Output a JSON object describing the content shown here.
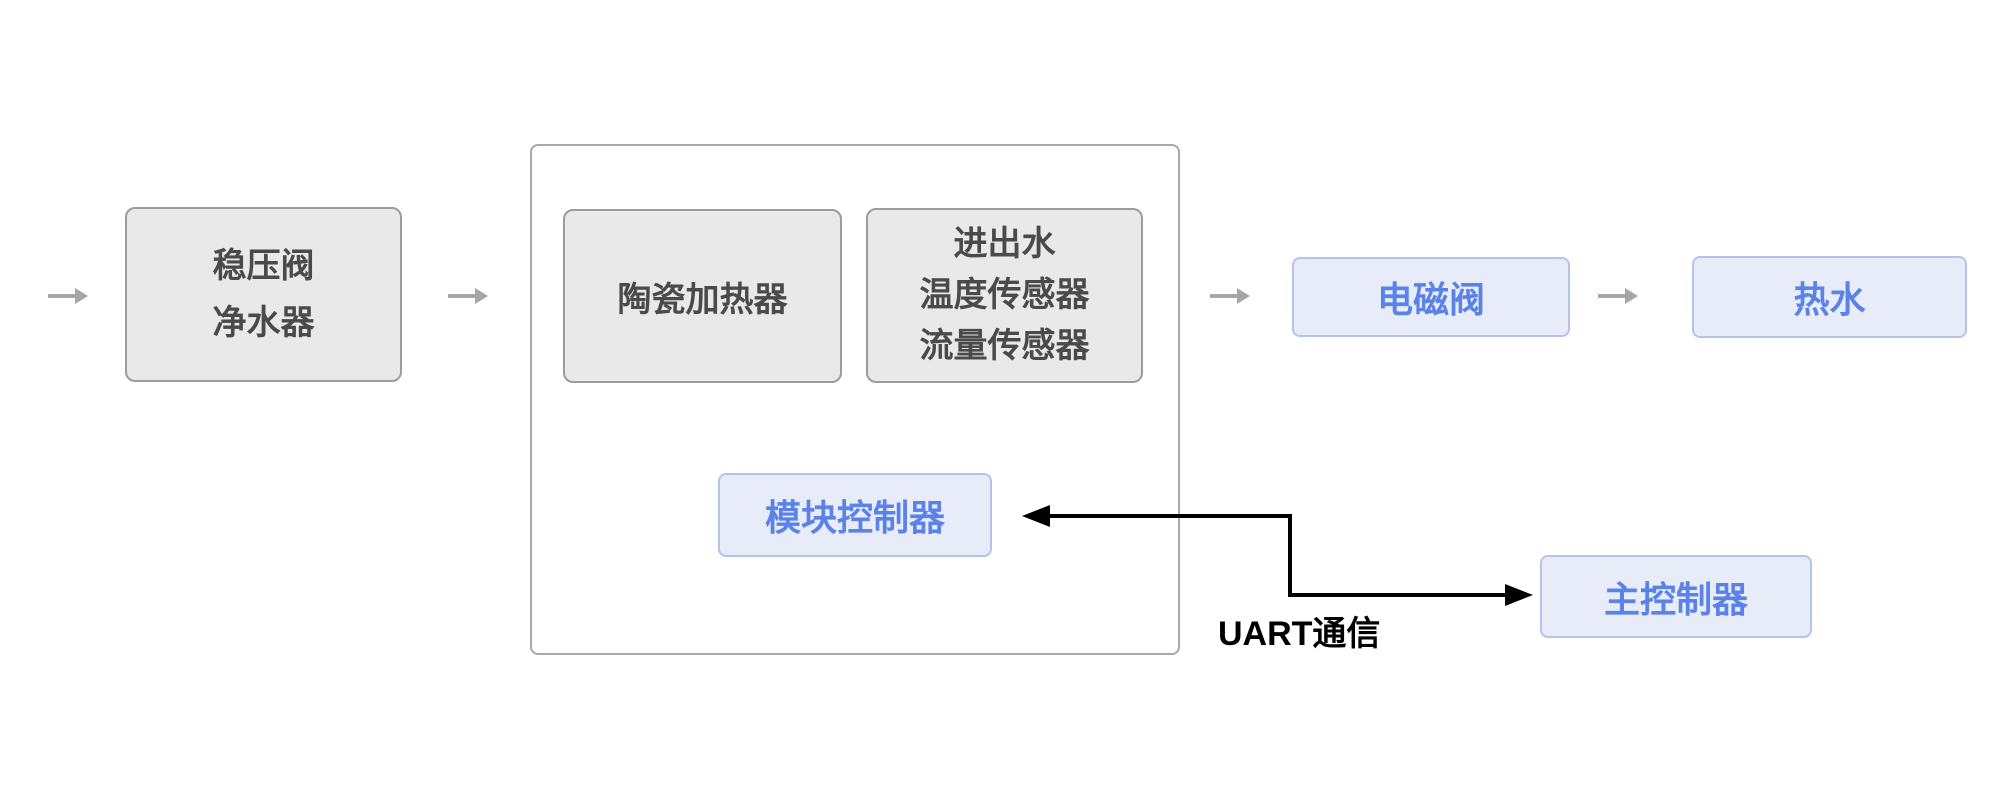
{
  "diagram": {
    "nodes": {
      "valve_purifier": {
        "lines": [
          "稳压阀",
          "净水器"
        ]
      },
      "ceramic_heater": {
        "label": "陶瓷加热器"
      },
      "water_sensors": {
        "lines": [
          "进出水",
          "温度传感器",
          "流量传感器"
        ]
      },
      "module_controller": {
        "label": "模块控制器"
      },
      "solenoid_valve": {
        "label": "电磁阀"
      },
      "hot_water": {
        "label": "热水"
      },
      "main_controller": {
        "label": "主控制器"
      }
    },
    "connections": {
      "uart_label": "UART通信"
    },
    "colors": {
      "gray_node_fill": "#e9e9e9",
      "gray_node_border": "#9c9c9c",
      "gray_node_text": "#4a4a4a",
      "blue_node_fill": "#e7ecf8",
      "blue_node_border": "#b4c3ee",
      "blue_node_text": "#5b82e8",
      "container_border": "#a9a9a9",
      "flow_arrow": "#a6a6a6",
      "uart_arrow": "#000000"
    }
  }
}
